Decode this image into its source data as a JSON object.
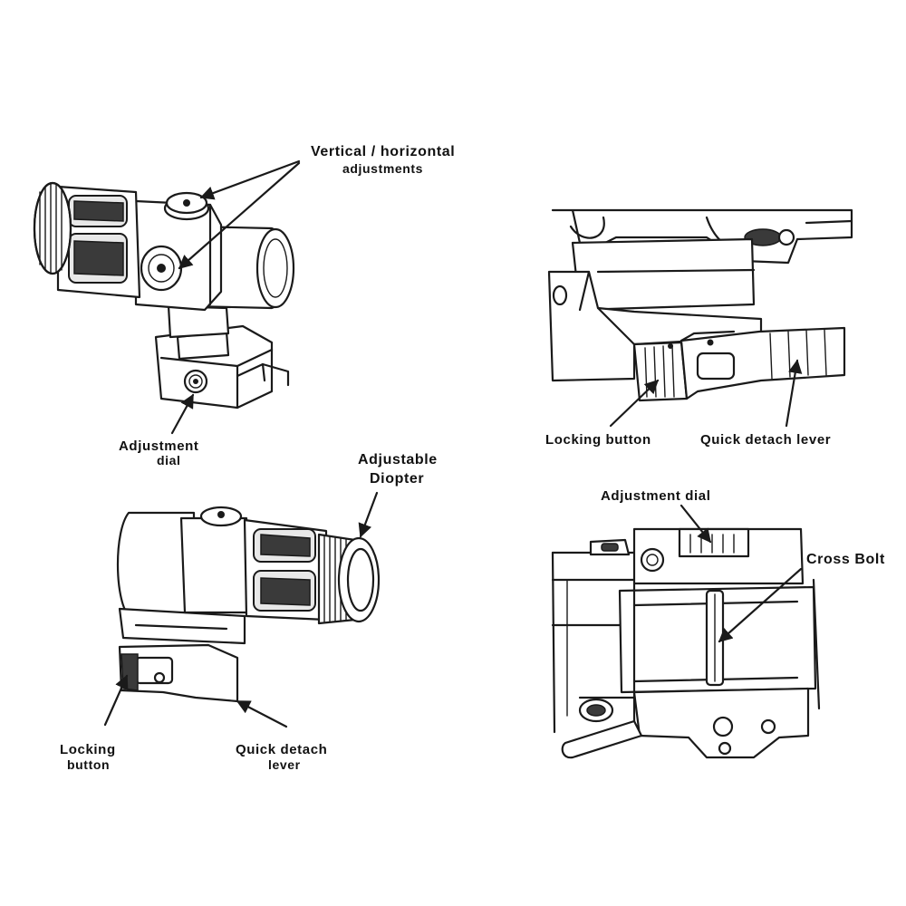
{
  "colors": {
    "ink": "#1a1a1a",
    "paper": "#ffffff",
    "shade": "#e8e8e8"
  },
  "panels": {
    "top_left": {
      "labels": {
        "vertical_horizontal_line1": "Vertical / horizontal",
        "vertical_horizontal_line2": "adjustments",
        "adjustment_dial_line1": "Adjustment",
        "adjustment_dial_line2": "dial"
      }
    },
    "top_right": {
      "labels": {
        "locking_button": "Locking button",
        "quick_detach_lever": "Quick detach lever"
      }
    },
    "bottom_left": {
      "labels": {
        "adjustable_line1": "Adjustable",
        "adjustable_line2": "Diopter",
        "locking_line1": "Locking",
        "locking_line2": "button",
        "quick_detach_line1": "Quick detach",
        "quick_detach_line2": "lever"
      }
    },
    "bottom_right": {
      "labels": {
        "adjustment_dial": "Adjustment dial",
        "cross_bolt": "Cross Bolt"
      }
    }
  }
}
